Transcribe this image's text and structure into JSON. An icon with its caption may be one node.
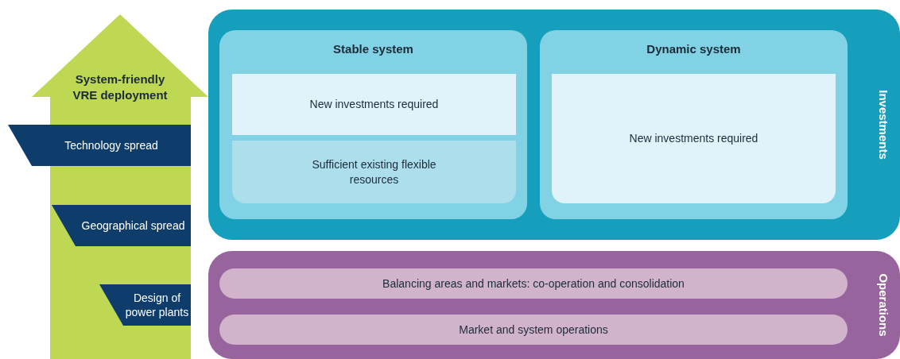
{
  "diagram": {
    "nodes": [
      {
        "text": [
          "System-friendly VRE deployment"
        ]
      },
      {
        "text": [
          "Technology spread"
        ]
      },
      {
        "text": [
          "Geographical spread"
        ],
        "in": 0
      },
      {
        "text": [
          "Design of power plants"
        ],
        "in": 0
      },
      {
        "text": [
          "Investments"
        ]
      },
      {
        "text": [
          "Stable system"
        ],
        "in": 4
      },
      {
        "text": [
          "New investments required"
        ],
        "in": 5
      },
      {
        "text": [
          "Sufficient existing flexible resources"
        ],
        "in": 5
      },
      {
        "text": [
          "Dynamic system"
        ],
        "in": 4
      },
      {
        "text": [
          "New investments required"
        ],
        "in": 8
      },
      {
        "text": [
          "Operations"
        ]
      },
      {
        "text": [
          "Balancing areas and markets: co-operation and consolidation"
        ],
        "in": 10
      },
      {
        "text": [
          "Market and system operations"
        ],
        "in": 10
      }
    ]
  }
}
